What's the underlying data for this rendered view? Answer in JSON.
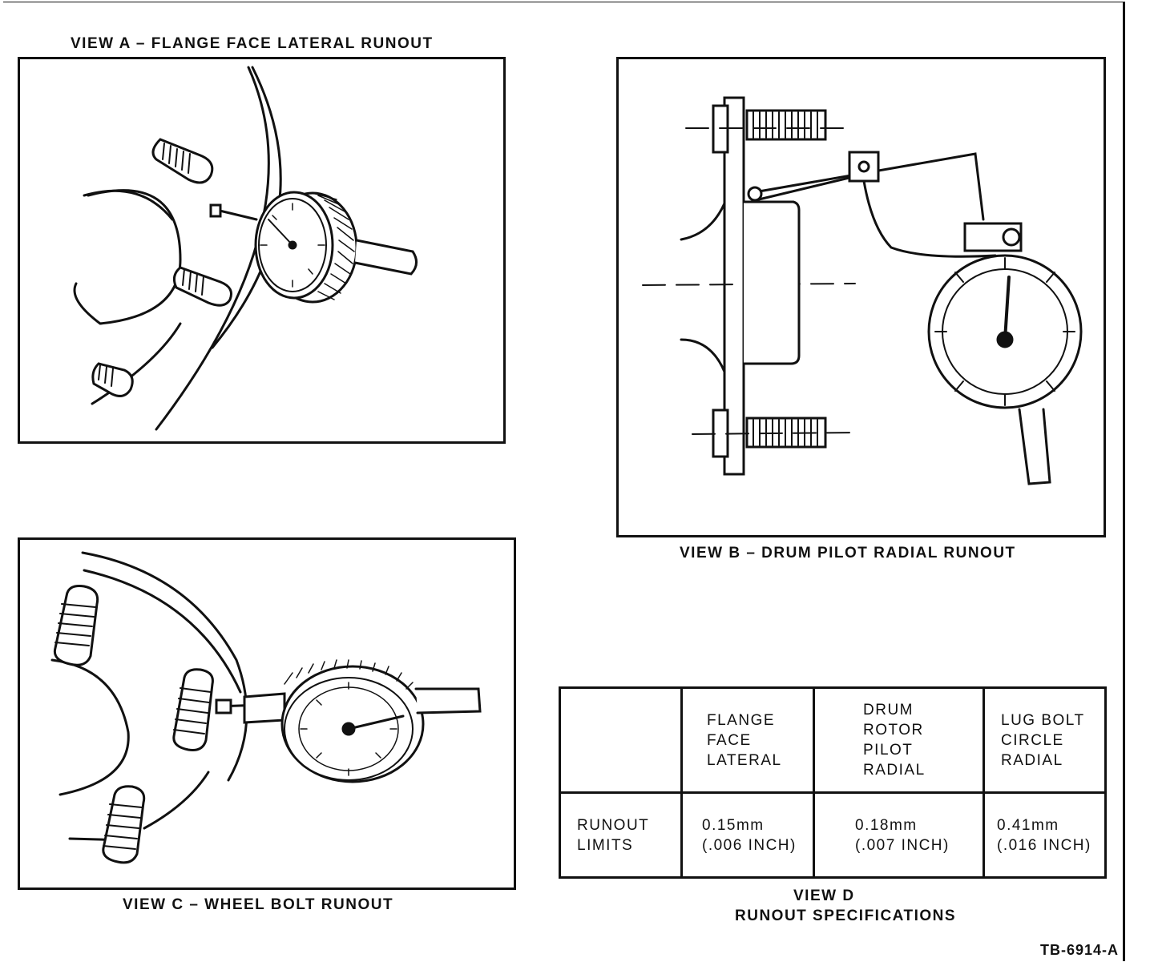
{
  "views": {
    "a": {
      "caption": "VIEW A – FLANGE FACE LATERAL RUNOUT"
    },
    "b": {
      "caption": "VIEW B – DRUM PILOT RADIAL RUNOUT"
    },
    "c": {
      "caption": "VIEW C – WHEEL BOLT RUNOUT"
    },
    "d": {
      "caption_line1": "VIEW D",
      "caption_line2": "RUNOUT SPECIFICATIONS"
    }
  },
  "spec_table": {
    "headers": [
      "",
      "FLANGE\nFACE\nLATERAL",
      "DRUM\nROTOR\nPILOT\nRADIAL",
      "LUG BOLT\nCIRCLE\nRADIAL"
    ],
    "row": {
      "label": "RUNOUT\nLIMITS",
      "values": [
        "0.15mm\n(.006 INCH)",
        "0.18mm\n(.007 INCH)",
        "0.41mm\n(.016 INCH)"
      ]
    }
  },
  "figure_code": "TB-6914-A"
}
